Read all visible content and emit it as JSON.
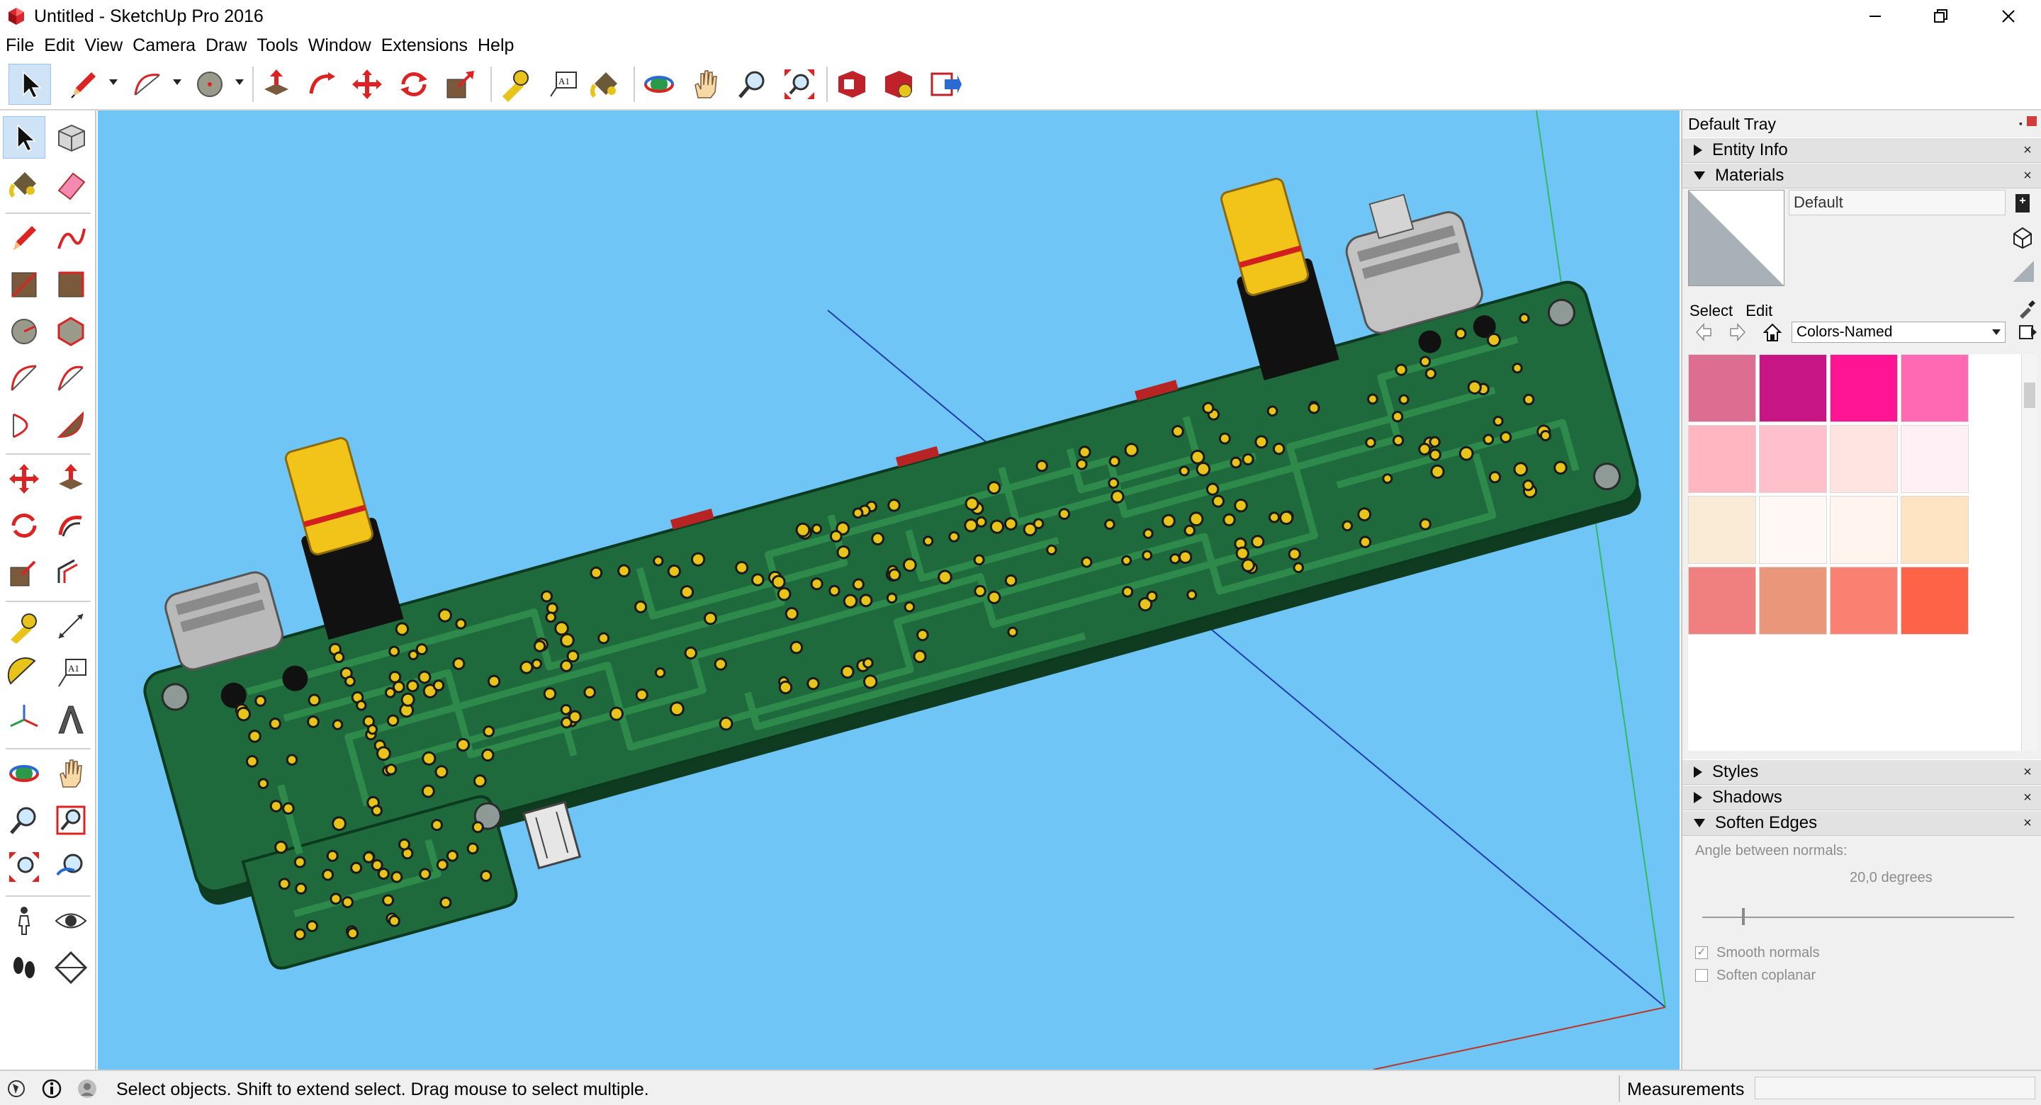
{
  "window": {
    "title": "Untitled - SketchUp Pro 2016",
    "app_icon": "sketchup-logo-icon",
    "controls": [
      "minimize-icon",
      "restore-icon",
      "close-icon"
    ]
  },
  "menu": [
    "File",
    "Edit",
    "View",
    "Camera",
    "Draw",
    "Tools",
    "Window",
    "Extensions",
    "Help"
  ],
  "toolbar": {
    "tools": [
      "select",
      "line",
      "arc",
      "circle",
      "push-pull",
      "follow-me",
      "move",
      "rotate",
      "scale",
      "tape-measure",
      "text",
      "paint-bucket",
      "orbit",
      "pan",
      "zoom",
      "zoom-extents",
      "3d-warehouse",
      "extension-warehouse",
      "send-to-layout"
    ]
  },
  "left_toolbar": {
    "tools": [
      "select",
      "make-component",
      "paint-bucket",
      "eraser",
      "line",
      "freehand",
      "rectangle",
      "rotated-rectangle",
      "circle",
      "polygon",
      "arc",
      "2-point-arc",
      "3-point-arc",
      "pie",
      "move",
      "push-pull",
      "rotate",
      "follow-me",
      "scale",
      "offset",
      "tape-measure",
      "dimension",
      "protractor",
      "text",
      "axes",
      "3d-text",
      "orbit",
      "pan",
      "zoom",
      "zoom-window",
      "zoom-extents",
      "previous-view",
      "position-camera",
      "look-around",
      "walk",
      "section-plane"
    ],
    "text_tool_label": "A1"
  },
  "tray": {
    "title": "Default Tray",
    "panels": {
      "entity_info": "Entity Info",
      "materials": "Materials",
      "styles": "Styles",
      "shadows": "Shadows",
      "soften_edges": "Soften Edges"
    },
    "materials": {
      "current_name": "Default",
      "tab_select": "Select",
      "tab_edit": "Edit",
      "library": "Colors-Named",
      "swatches": [
        "#de6d92",
        "#c71585",
        "#ff1493",
        "#ff69b4",
        "#ffb6c1",
        "#ffc0cb",
        "#ffe4e1",
        "#fff0f5",
        "#faebd7",
        "#fff8f4",
        "#fff5ee",
        "#ffe4c4",
        "#f08080",
        "#e9967a",
        "#fa8072",
        "#ff6347"
      ]
    },
    "soften_edges": {
      "angle_label": "Angle between normals:",
      "angle_value": "20,0  degrees",
      "angle_value_num": 20.0,
      "smooth_normals": "Smooth normals",
      "smooth_normals_checked": true,
      "soften_coplanar": "Soften coplanar",
      "soften_coplanar_checked": false
    }
  },
  "status": {
    "hint": "Select objects. Shift to extend select. Drag mouse to select multiple.",
    "measurements_label": "Measurements",
    "measurements_value": ""
  },
  "colors": {
    "viewport_bg": "#6fc5f6",
    "pcb_green": "#1f6a3c",
    "trace_green": "#2d8a4b",
    "pad_gold": "#e8c41a"
  }
}
